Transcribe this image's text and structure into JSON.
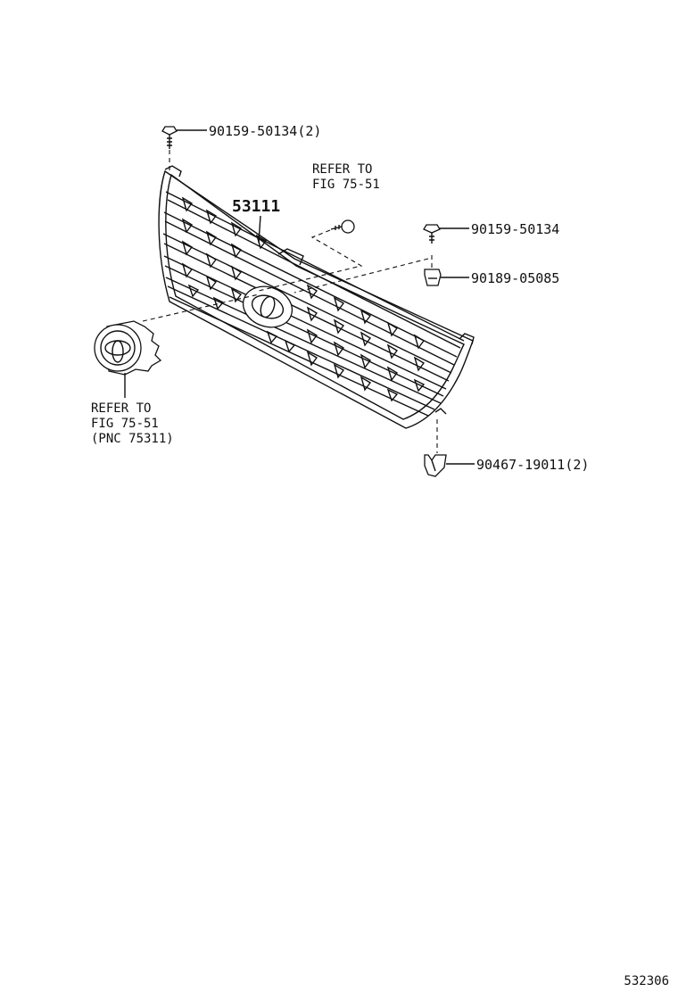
{
  "parts": {
    "grille": "53111",
    "bolt_top": "90159-50134(2)",
    "bolt_right": "90159-50134",
    "clip": "90189-05085",
    "nut": "90467-19011(2)"
  },
  "refs": {
    "upper_line1": "REFER TO",
    "upper_line2": "FIG 75-51",
    "lower_line1": "REFER TO",
    "lower_line2": "FIG 75-51",
    "lower_line3": "(PNC 75311)"
  },
  "figure_number": "532306",
  "colors": {
    "line": "#111111",
    "background": "#ffffff"
  }
}
